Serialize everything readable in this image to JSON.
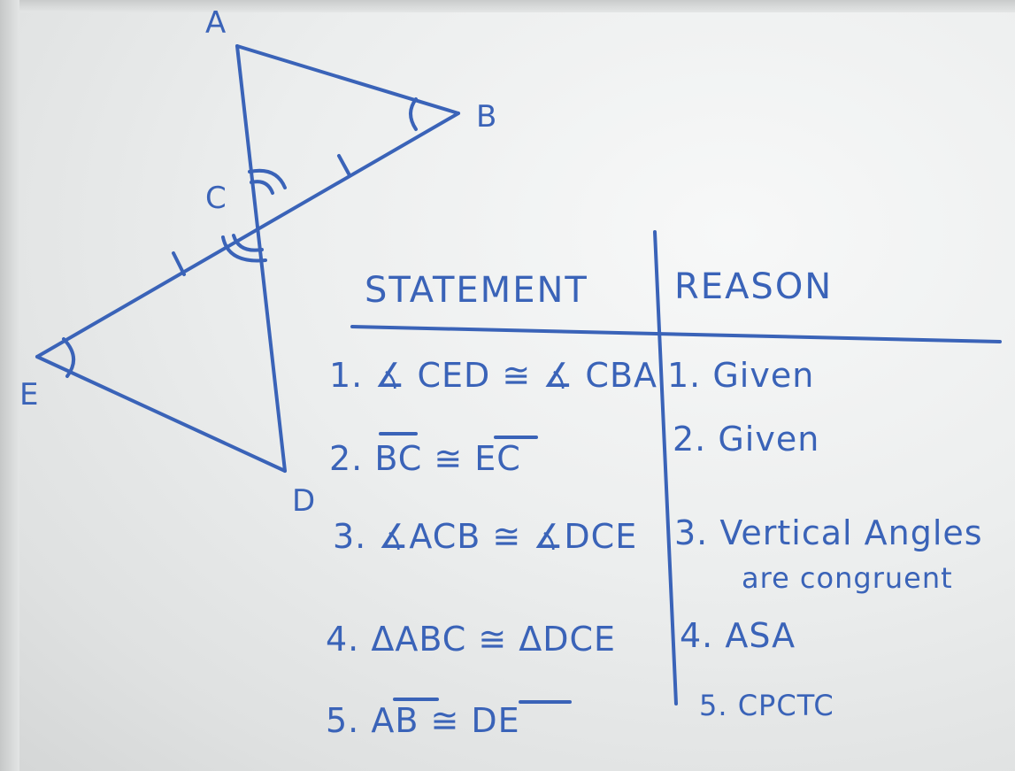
{
  "colors": {
    "ink": "#3a63b8",
    "board": "#eeeff0"
  },
  "diagram": {
    "vertex_labels": {
      "A": "A",
      "B": "B",
      "C": "C",
      "D": "D",
      "E": "E"
    }
  },
  "proof_table": {
    "header": {
      "statement": "STATEMENT",
      "reason": "REASON"
    },
    "rows": [
      {
        "statement": "1. ∡ CED ≅ ∡ CBA",
        "reason": "1. Given"
      },
      {
        "statement": "2. BC ≅ EC",
        "reason": "2. Given"
      },
      {
        "statement": "3. ∡ACB ≅ ∡DCE",
        "reason": "3. Vertical Angles",
        "reason_cont": "are congruent"
      },
      {
        "statement": "4. ΔABC ≅ ΔDCE",
        "reason": "4. ASA"
      },
      {
        "statement": "5. AB ≅ DE",
        "reason": "5. CPCTC"
      }
    ]
  }
}
